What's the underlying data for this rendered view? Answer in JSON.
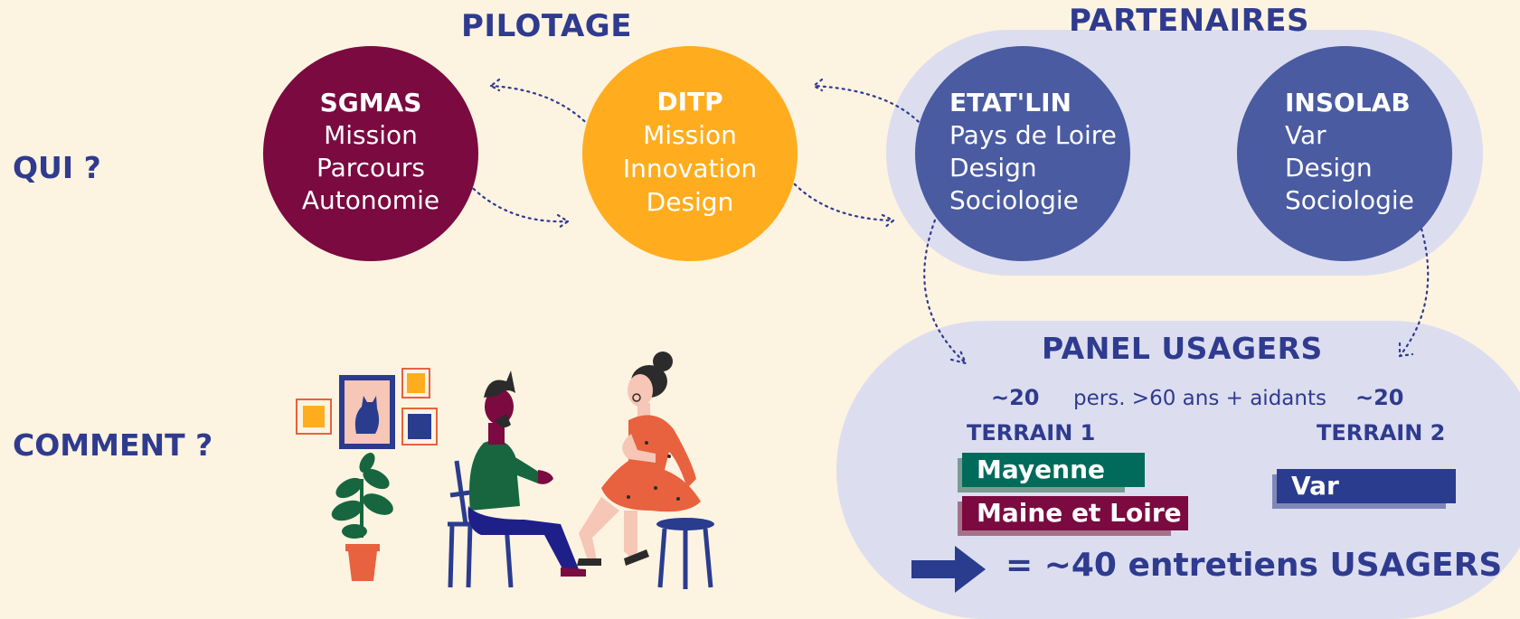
{
  "rows": {
    "qui": "QUI ?",
    "comment": "COMMENT ?"
  },
  "groups": {
    "pilotage": "PILOTAGE",
    "partenaires": "PARTENAIRES"
  },
  "circles": [
    {
      "title": "SGMAS",
      "lines": [
        "Mission",
        "Parcours",
        "Autonomie"
      ],
      "color": "#7a0a3f"
    },
    {
      "title": "DITP",
      "lines": [
        "Mission",
        "Innovation",
        "Design"
      ],
      "color": "#ffad1f"
    },
    {
      "title": "ETAT'LIN",
      "lines": [
        "Pays de Loire",
        "Design",
        "Sociologie"
      ],
      "color": "#4a5ba1"
    },
    {
      "title": "INSOLAB",
      "lines": [
        "Var",
        "Design",
        "Sociologie"
      ],
      "color": "#4a5ba1"
    }
  ],
  "panel": {
    "title": "PANEL USAGERS",
    "count_left": "~20",
    "description": "pers. >60 ans + aidants",
    "count_right": "~20",
    "terrain1": "TERRAIN 1",
    "terrain2": "TERRAIN 2",
    "tags": [
      {
        "label": "Mayenne",
        "color": "#006b5b"
      },
      {
        "label": "Maine et Loire",
        "color": "#7a0a3f"
      },
      {
        "label": "Var",
        "color": "#2a3c8e"
      }
    ],
    "total": "= ~40 entretiens USAGERS"
  },
  "colors": {
    "heading": "#2f3b8f",
    "background": "#fdf3e1",
    "bubble": "#dcdef0"
  }
}
